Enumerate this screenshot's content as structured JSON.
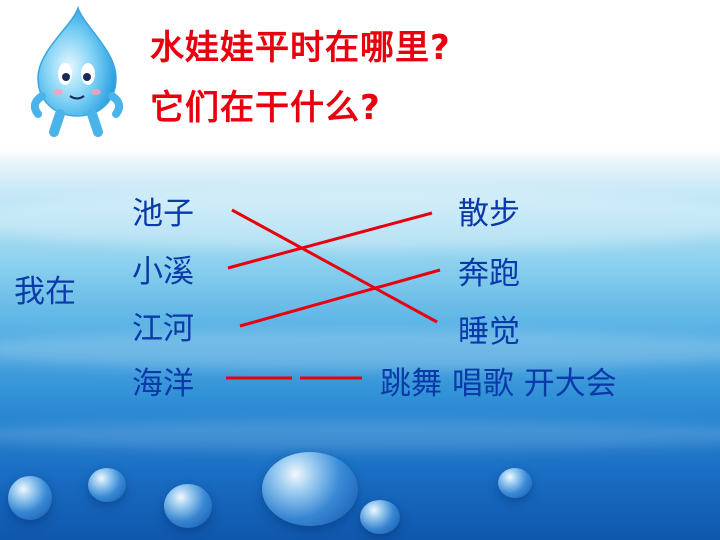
{
  "title": {
    "line1": "水娃娃平时在哪里?",
    "line2": "它们在干什么?"
  },
  "subject": "我在",
  "places": [
    "池子",
    "小溪",
    "江河",
    "海洋"
  ],
  "activities": [
    "散步",
    "奔跑",
    "睡觉",
    "跳舞  唱歌  开大会"
  ],
  "colors": {
    "title": "#e8000e",
    "text": "#0a3aa8",
    "lines": "#e8000e"
  }
}
